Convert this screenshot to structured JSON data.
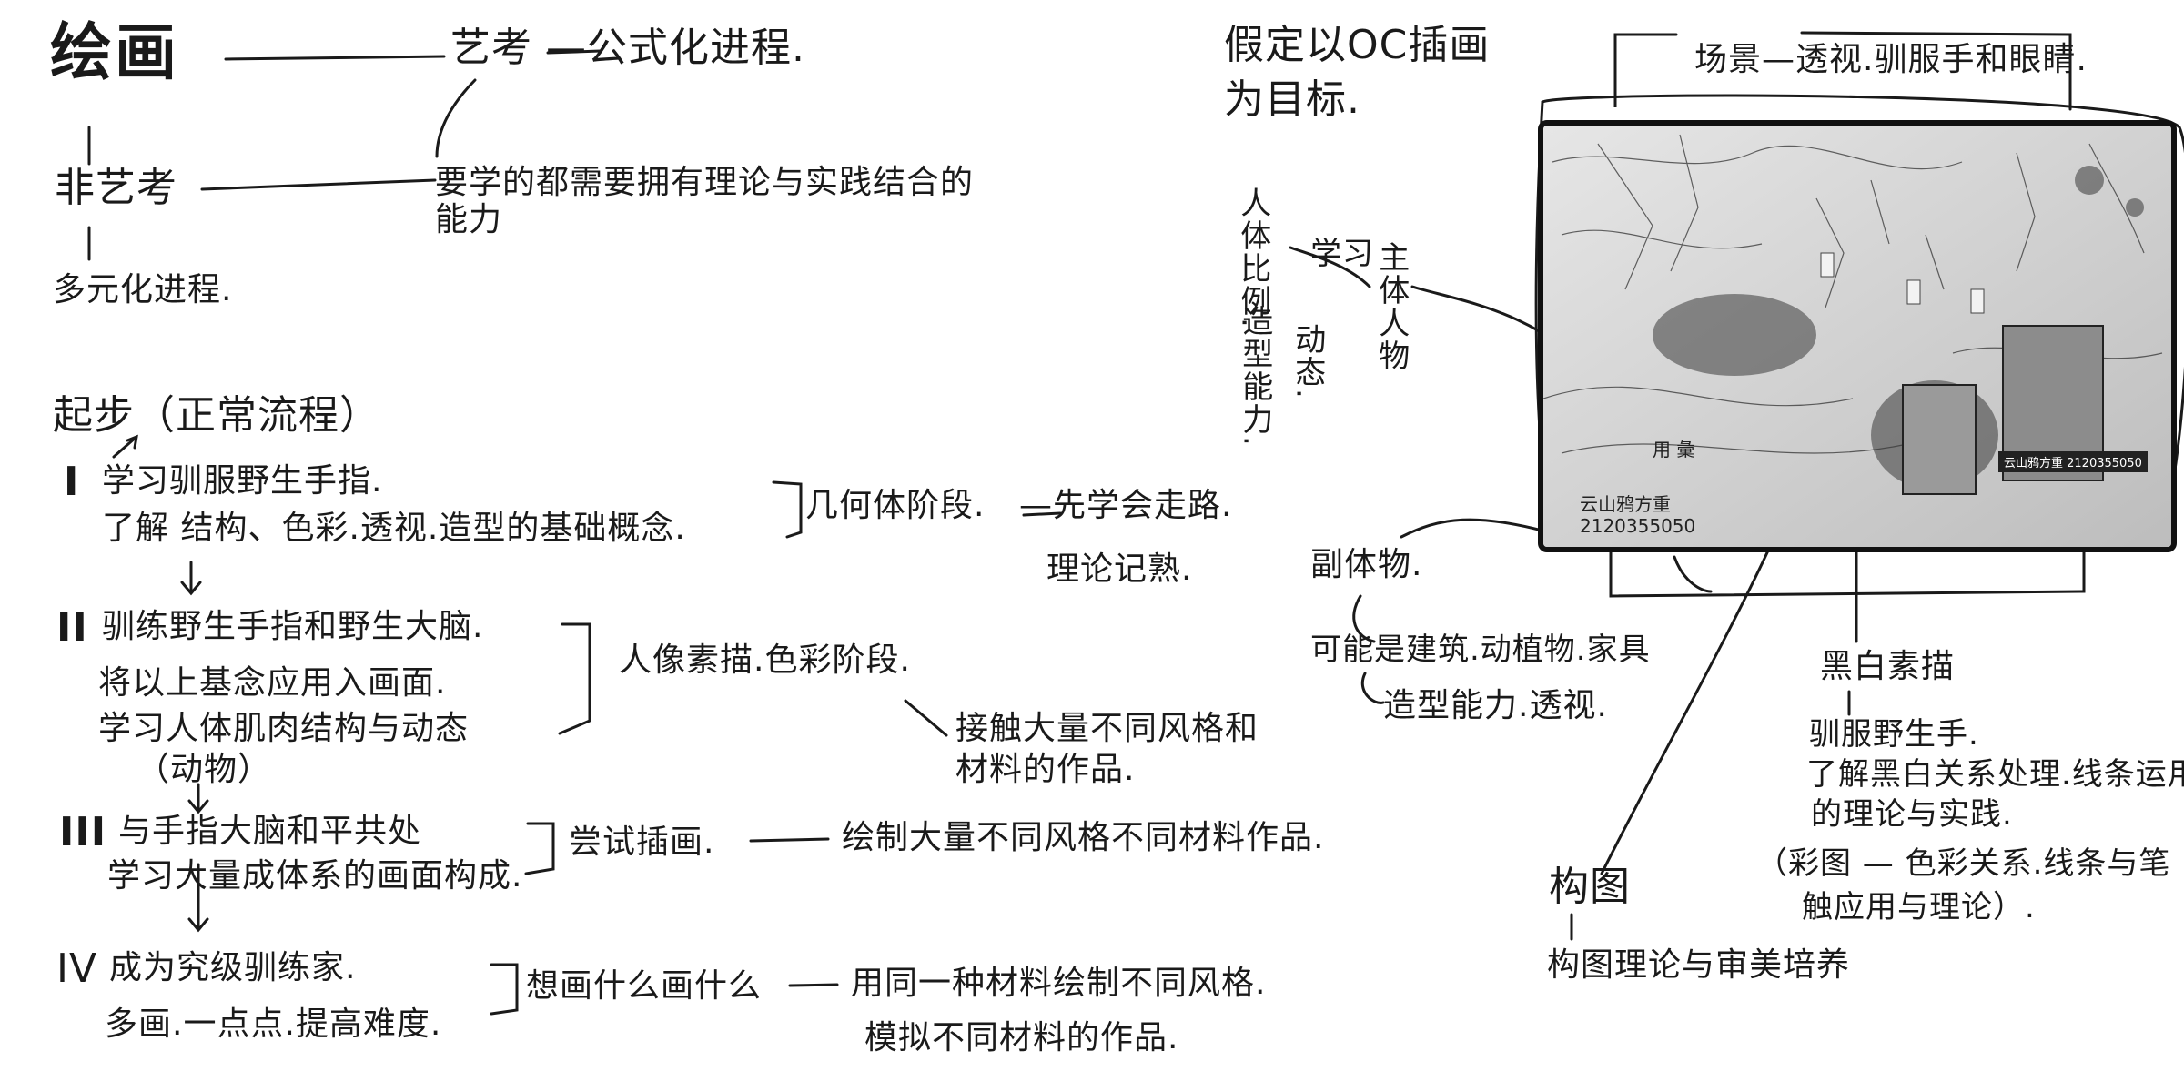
{
  "top": {
    "title": "绘画",
    "yikao": "艺考",
    "yikao_process": "—公式化进程.",
    "feiyikao": "非艺考",
    "feiyikao_note": "要学的都需要拥有理论与实践结合的能力",
    "duoyuan": "多元化进程."
  },
  "steps": {
    "heading": "起步（正常流程）",
    "s1_num": "I",
    "s1_line1": "学习驯服野生手指.",
    "s1_line2": "了解 结构、色彩.透视.造型的基础概念.",
    "s1_stage": "几何体阶段.",
    "s1_stage_note": "—先学会走路.",
    "s1_stage_note2": "理论记熟.",
    "s2_num": "II",
    "s2_line1": "驯练野生手指和野生大脑.",
    "s2_line2": "将以上基念应用入画面.",
    "s2_line3": "学习人体肌肉结构与动态",
    "s2_line4": "（动物）",
    "s2_stage": "人像素描.色彩阶段.",
    "s2_stage_note": "接触大量不同风格和",
    "s2_stage_note2": "材料的作品.",
    "s3_num": "III",
    "s3_line1": "与手指大脑和平共处",
    "s3_line2": "学习大量成体系的画面构成.",
    "s3_stage": "尝试插画.",
    "s3_stage_note": "绘制大量不同风格不同材料作品.",
    "s4_num": "IV",
    "s4_line1": "成为究级驯练家.",
    "s4_line2": "多画.一点点.提高难度.",
    "s4_stage": "想画什么画什么",
    "s4_stage_note": "用同一种材料绘制不同风格.",
    "s4_stage_note2": "模拟不同材料的作品."
  },
  "right": {
    "goal_line1": "假定以OC插画",
    "goal_line2": "为目标.",
    "scene": "场景—透视.驯服手和眼睛.",
    "body_ratio": "人体比例.",
    "shape_ability": "造型能力.",
    "dynamic": "动态.",
    "study": "学习",
    "main_subject": "主体人物",
    "secondary": "副体物.",
    "secondary_note": "可能是建筑.动植物.家具",
    "secondary_skill": "造型能力.透视.",
    "bw": "黑白素描",
    "bw_note1": "驯服野生手.",
    "bw_note2": "了解黑白关系处理.线条运用",
    "bw_note3": "的理论与实践.",
    "color_note1": "（彩图 — 色彩关系.线条与笔",
    "color_note2": "触应用与理论）.",
    "composition": "构图",
    "composition_note": "构图理论与审美培养"
  },
  "artwork": {
    "label_tag": "用 彙",
    "artist": "云山鸦方重",
    "number": "2120355050",
    "watermark": "云山鸦方重  2120355050"
  }
}
